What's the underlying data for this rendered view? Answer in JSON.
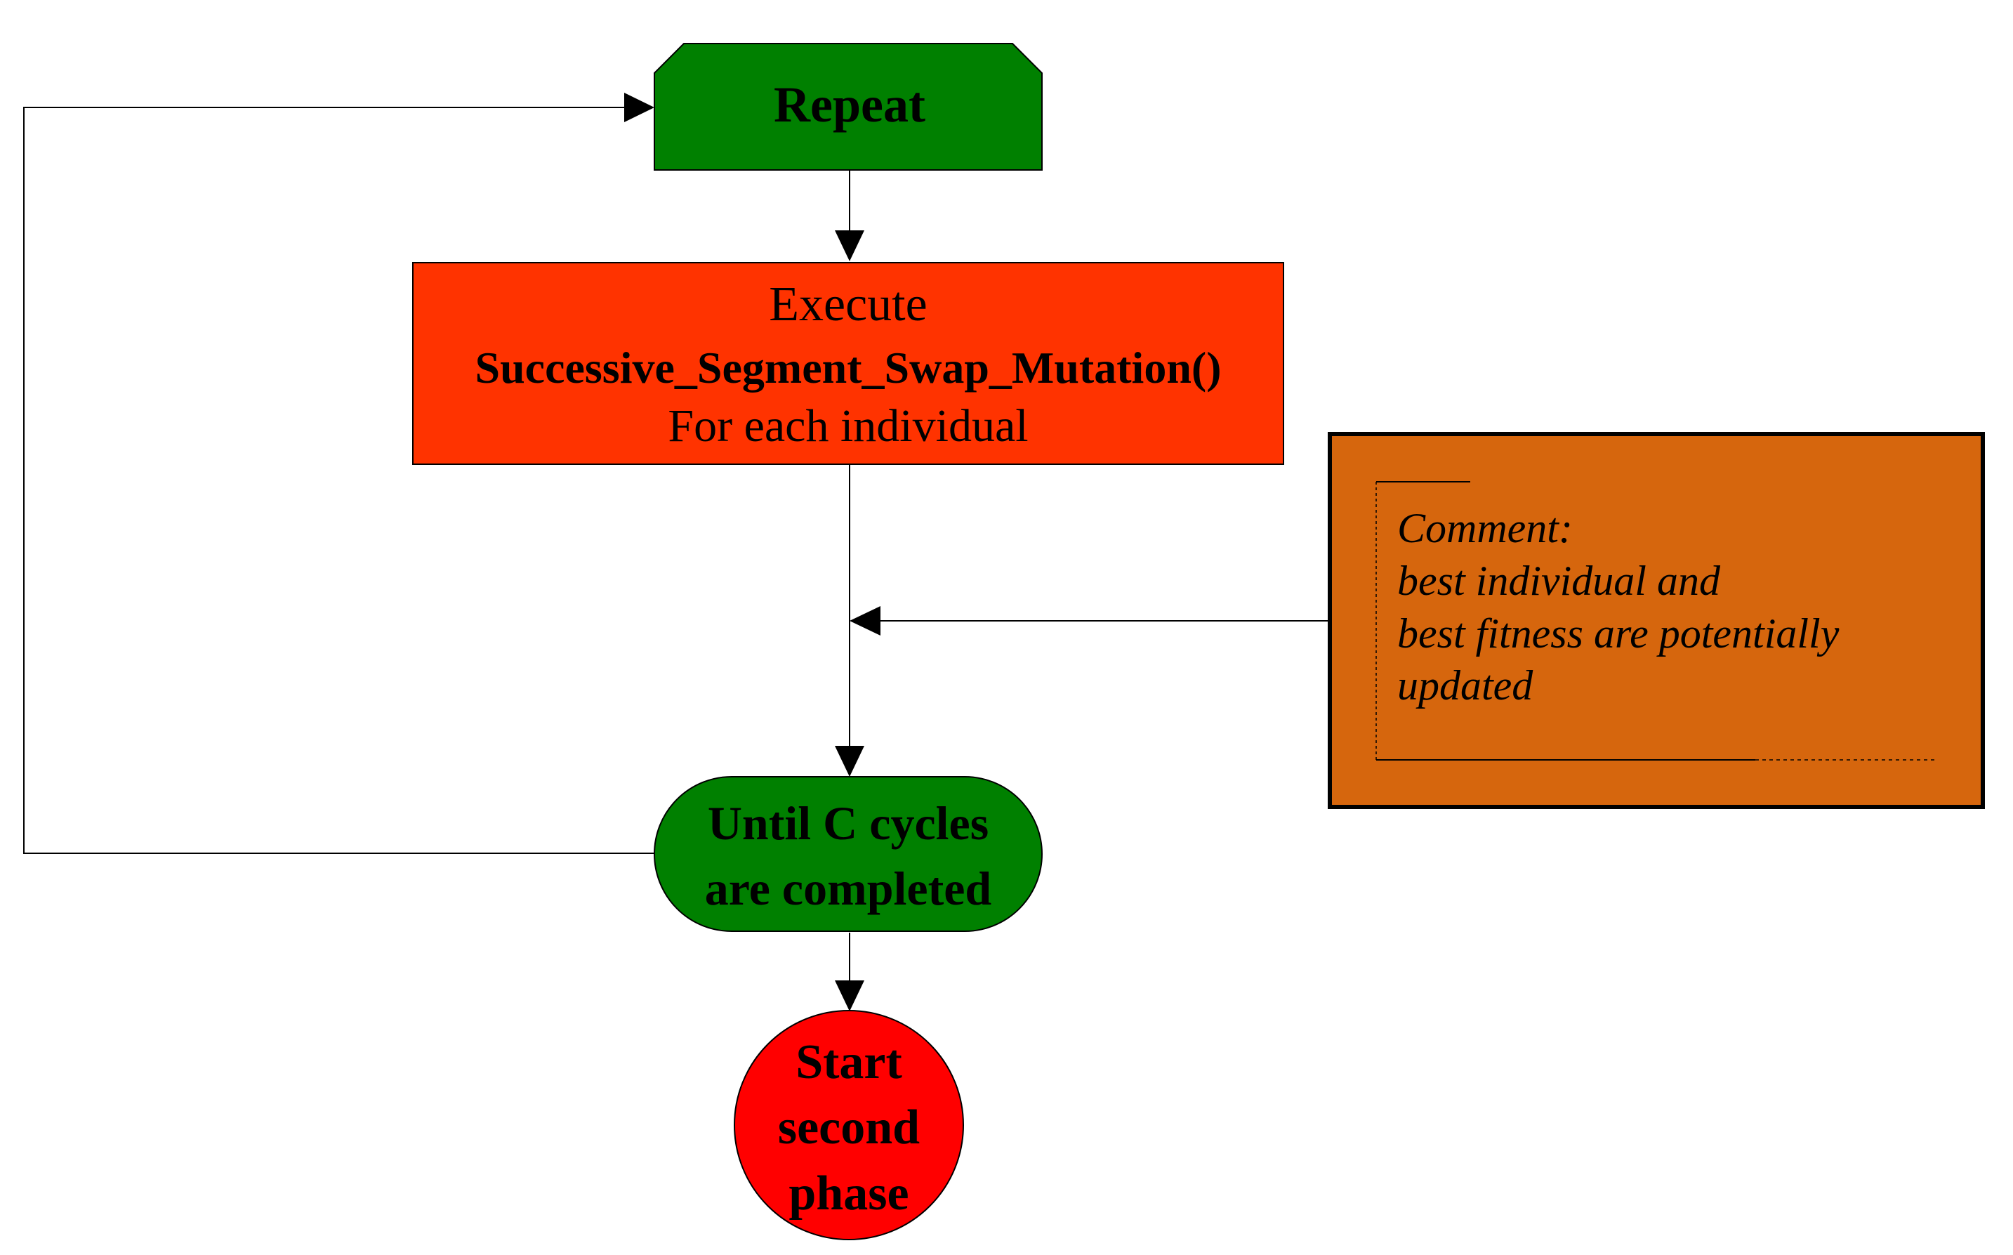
{
  "diagram": {
    "nodes": {
      "repeat": {
        "label": "Repeat",
        "fill": "#008000"
      },
      "execute": {
        "line1": "Execute",
        "line2": "Successive_Segment_Swap_Mutation()",
        "line3": "For each individual",
        "fill": "#FF3300"
      },
      "until": {
        "line1": "Until C cycles",
        "line2": "are completed",
        "fill": "#008000"
      },
      "start": {
        "line1": "Start",
        "line2": "second",
        "line3": "phase",
        "fill": "#FF0000"
      },
      "comment": {
        "line1": "Comment:",
        "line2": "best individual and",
        "line3": "best fitness are potentially",
        "line4": "updated",
        "fill": "#D6660D"
      }
    },
    "edges": [
      {
        "from": "repeat",
        "to": "execute"
      },
      {
        "from": "execute",
        "to": "until"
      },
      {
        "from": "comment",
        "to": "execute-until-link"
      },
      {
        "from": "until",
        "to": "start"
      },
      {
        "from": "until",
        "to": "repeat",
        "kind": "loop-back"
      }
    ]
  }
}
